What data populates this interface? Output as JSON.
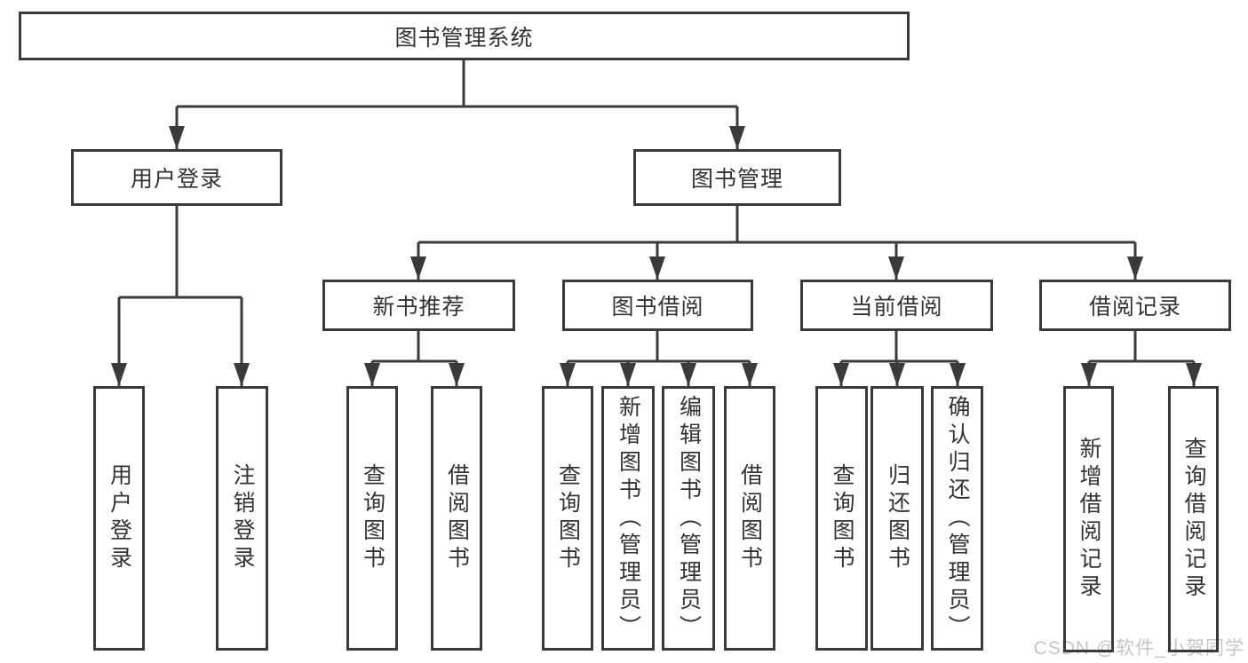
{
  "diagram": {
    "root": {
      "label": "图书管理系统"
    },
    "level2": [
      {
        "label": "用户登录"
      },
      {
        "label": "图书管理"
      }
    ],
    "level3": [
      {
        "label": "新书推荐"
      },
      {
        "label": "图书借阅"
      },
      {
        "label": "当前借阅"
      },
      {
        "label": "借阅记录"
      }
    ],
    "leaves": [
      {
        "label": "用户登录"
      },
      {
        "label": "注销登录"
      },
      {
        "label": "查询图书"
      },
      {
        "label": "借阅图书"
      },
      {
        "label": "查询图书"
      },
      {
        "label": "新增图书（管理员）"
      },
      {
        "label": "编辑图书（管理员）"
      },
      {
        "label": "借阅图书"
      },
      {
        "label": "查询图书"
      },
      {
        "label": "归还图书"
      },
      {
        "label": "确认归还（管理员）"
      },
      {
        "label": "新增借阅记录"
      },
      {
        "label": "查询借阅记录"
      }
    ],
    "colors": {
      "line": "#3a3a3a",
      "box_border": "#3a3a3a",
      "text": "#333333",
      "background": "#ffffff",
      "watermark": "#c6c6c6"
    }
  },
  "watermark": {
    "text": "CSDN @软件_小贺同学"
  }
}
